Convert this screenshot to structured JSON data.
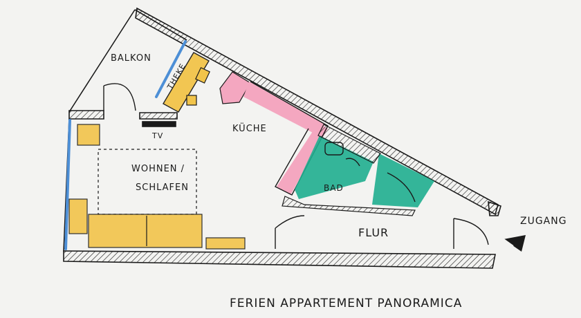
{
  "labels": {
    "balkon": "BALKON",
    "theke": "THEKE",
    "tv": "TV",
    "kueche": "KÜCHE",
    "wohnen": "WOHNEN /",
    "schlafen": "SCHLAFEN",
    "bad": "BAD",
    "flur": "FLUR",
    "zugang": "ZUGANG",
    "title": "FERIEN APPARTEMENT PANORAMICA"
  },
  "colors": {
    "paper": "#f3f3f1",
    "ink": "#1a1a1a",
    "yellow_furniture": "#f2c44a",
    "pink_kitchen": "#f4a7c0",
    "green_bath": "#1fae8f",
    "blue_window": "#4d8fd6"
  }
}
